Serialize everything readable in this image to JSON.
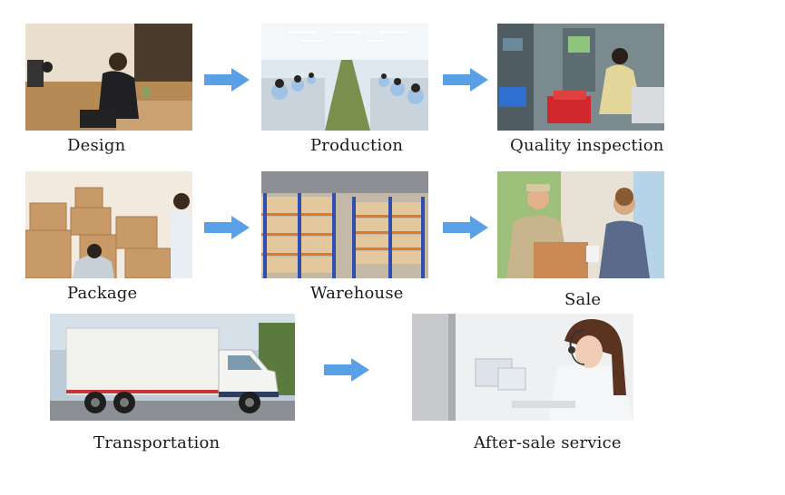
{
  "steps": [
    {
      "label": "Design",
      "image": "designer-at-desk-photo"
    },
    {
      "label": "Production",
      "image": "factory-assembly-line-photo"
    },
    {
      "label": "Quality inspection",
      "image": "quality-testing-station-photo"
    },
    {
      "label": "Package",
      "image": "cardboard-boxes-packing-photo"
    },
    {
      "label": "Warehouse",
      "image": "warehouse-racks-photo"
    },
    {
      "label": "Sale",
      "image": "delivery-man-customer-photo"
    },
    {
      "label": "Transportation",
      "image": "white-box-truck-photo"
    },
    {
      "label": "After-sale service",
      "image": "customer-service-operator-photo"
    }
  ],
  "colors": {
    "arrow": "#5aa0e6",
    "text": "#1a1a1a",
    "background": "#ffffff"
  },
  "icons": {
    "flow_arrow": "right-arrow-icon"
  }
}
